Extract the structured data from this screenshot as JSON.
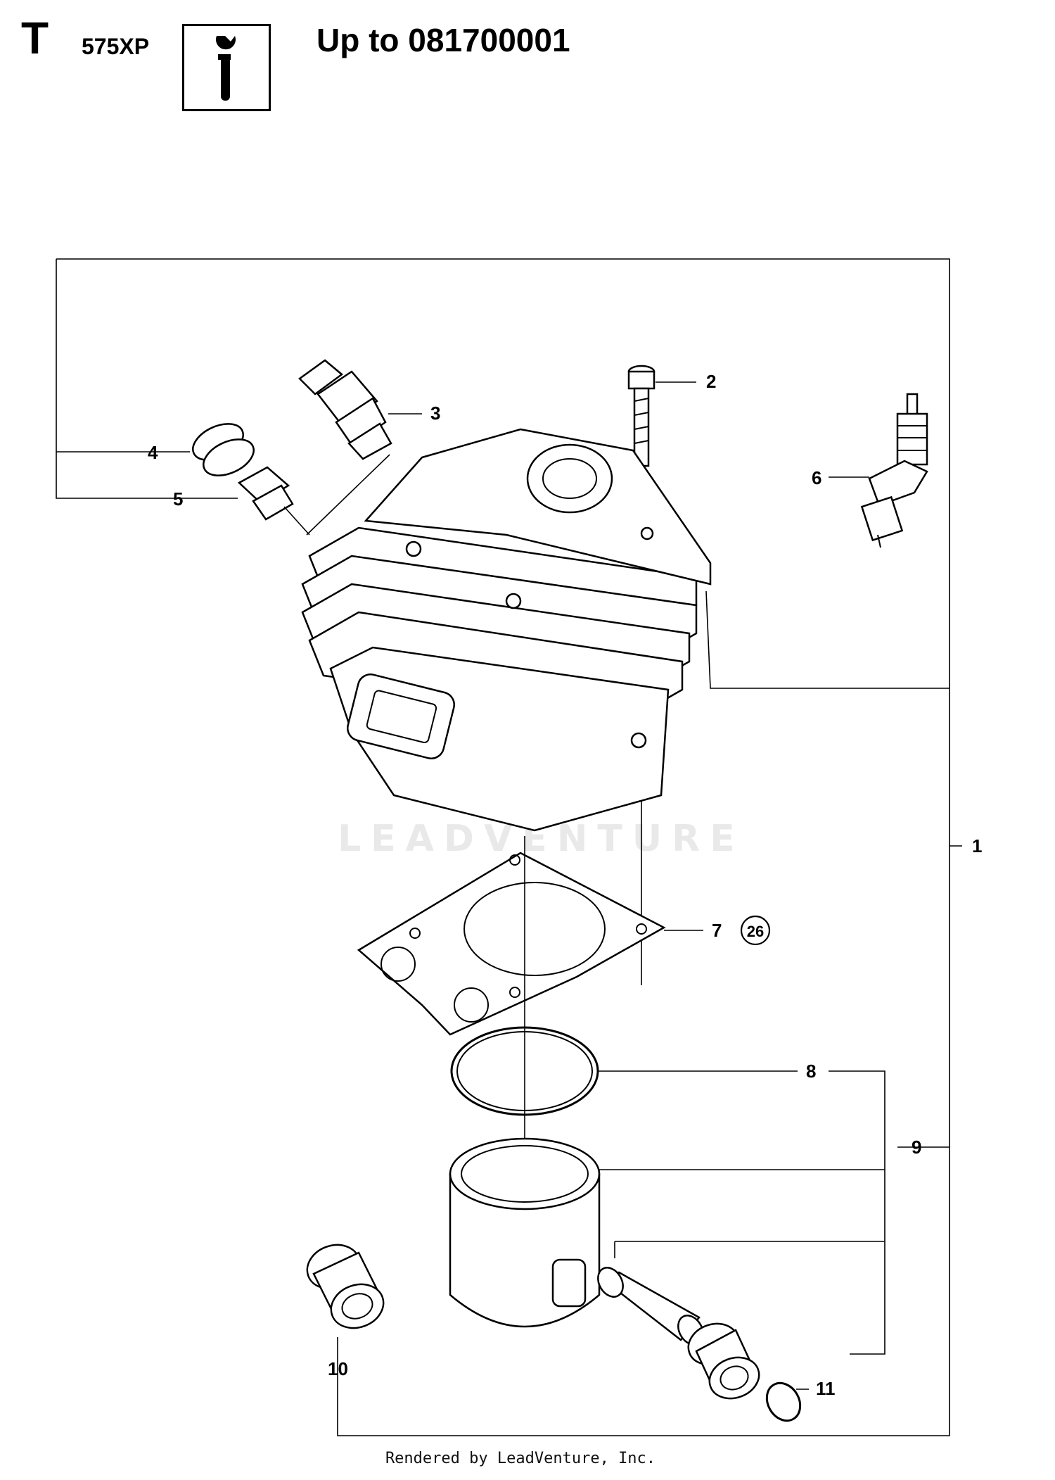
{
  "header": {
    "section_letter": "T",
    "model": "575XP",
    "serial_range": "Up to 081700001"
  },
  "watermark": "LEADVENTURE",
  "callouts": {
    "c1": "1",
    "c2": "2",
    "c3": "3",
    "c4": "4",
    "c5": "5",
    "c6": "6",
    "c7": "7",
    "c7_badge": "26",
    "c8": "8",
    "c9": "9",
    "c10": "10",
    "c11": "11"
  },
  "footer": "Rendered by LeadVenture, Inc."
}
